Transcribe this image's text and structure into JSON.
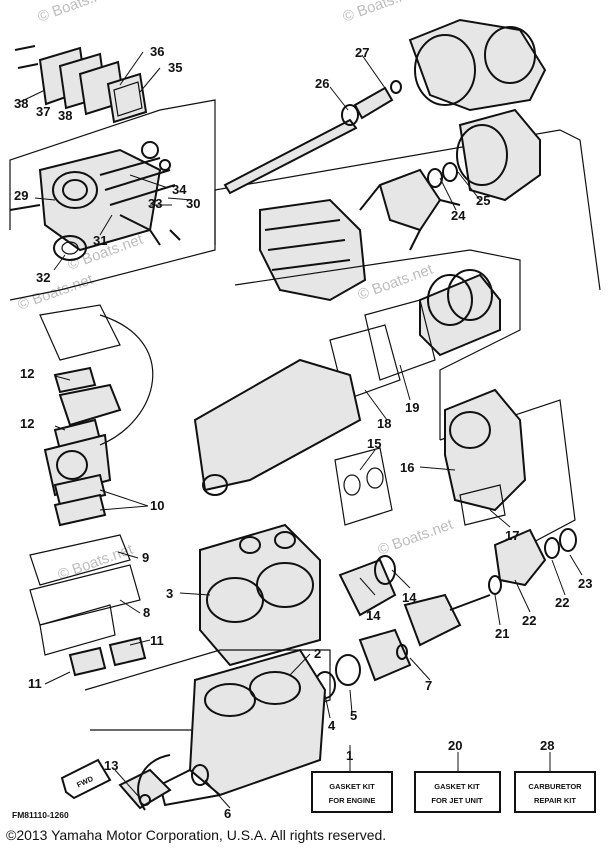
{
  "watermarks": [
    "© Boats.net",
    "© Boats.net",
    "© Boats.net",
    "© Boats.net",
    "© Boats.net",
    "© Boats.net",
    "© Boats.net"
  ],
  "callouts": {
    "c1": "1",
    "c2": "2",
    "c3": "3",
    "c4": "4",
    "c5": "5",
    "c6": "6",
    "c7": "7",
    "c8": "8",
    "c9": "9",
    "c10": "10",
    "c11a": "11",
    "c11b": "11",
    "c12a": "12",
    "c12b": "12",
    "c13": "13",
    "c14a": "14",
    "c14b": "14",
    "c15": "15",
    "c16": "16",
    "c17": "17",
    "c18": "18",
    "c19": "19",
    "c20": "20",
    "c21": "21",
    "c22a": "22",
    "c22b": "22",
    "c23": "23",
    "c24": "24",
    "c25": "25",
    "c26": "26",
    "c27": "27",
    "c28": "28",
    "c29": "29",
    "c30": "30",
    "c31": "31",
    "c32": "32",
    "c33": "33",
    "c34": "34",
    "c35": "35",
    "c36": "36",
    "c37": "37",
    "c38a": "38",
    "c38b": "38"
  },
  "kit_boxes": {
    "gasket_engine": {
      "line1": "GASKET KIT",
      "line2": "FOR ENGINE"
    },
    "gasket_jet": {
      "line1": "GASKET KIT",
      "line2": "FOR JET UNIT"
    },
    "carburetor": {
      "line1": "CARBURETOR",
      "line2": "REPAIR KIT"
    }
  },
  "fwd_label": "FWD",
  "drawing_code": "FM81110-1260",
  "copyright": "©2013 Yamaha Motor Corporation, U.S.A. All rights reserved."
}
